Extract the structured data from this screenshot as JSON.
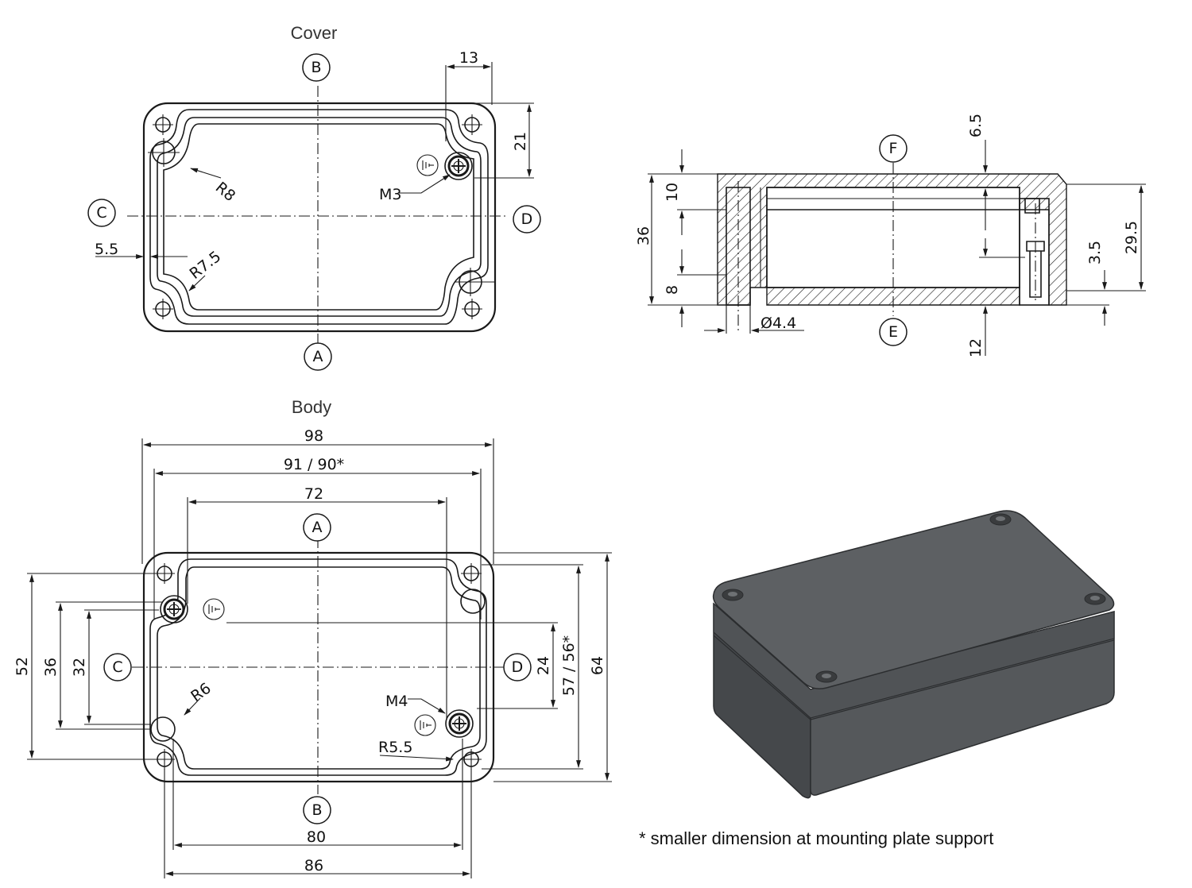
{
  "views": {
    "cover": {
      "title": "Cover",
      "dims": {
        "d13": "13",
        "d21": "21",
        "r8": "R8",
        "m3": "M3",
        "d5_5": "5.5",
        "r7_5": "R7.5"
      },
      "refs": {
        "top": "B",
        "bottom": "A",
        "left": "C",
        "right": "D"
      }
    },
    "section": {
      "dims": {
        "d6_5": "6.5",
        "d10": "10",
        "d36": "36",
        "d8": "8",
        "dia": "Ø4.4",
        "d12": "12",
        "d3_5": "3.5",
        "d29_5": "29.5"
      },
      "refs": {
        "top": "F",
        "bottom": "E"
      }
    },
    "body": {
      "title": "Body",
      "dims": {
        "d98": "98",
        "d91": "91 / 90*",
        "d72": "72",
        "d80": "80",
        "d86": "86",
        "d52": "52",
        "d36": "36",
        "d32": "32",
        "d24": "24",
        "d57": "57 / 56*",
        "d64": "64",
        "m4": "M4",
        "r6": "R6",
        "r5_5": "R5.5"
      },
      "refs": {
        "top": "A",
        "bottom": "B",
        "left": "C",
        "right": "D"
      }
    },
    "iso": {
      "body_color": "#4a4d50",
      "top_color": "#5a5d60",
      "edge_color": "#2b2d2f"
    }
  },
  "footnote": "* smaller dimension at mounting plate support"
}
